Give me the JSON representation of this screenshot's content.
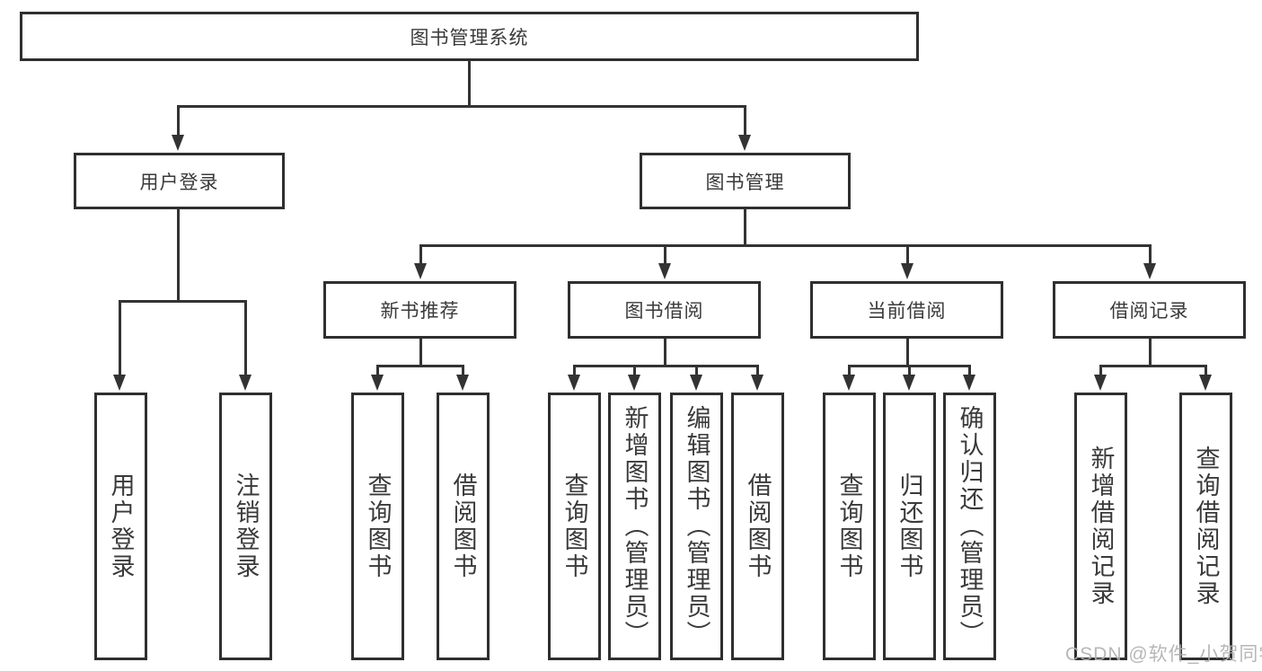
{
  "diagram": {
    "type": "hierarchy-diagram",
    "root": {
      "label": "图书管理系统"
    },
    "level2": [
      {
        "label": "用户登录"
      },
      {
        "label": "图书管理"
      }
    ],
    "level3": [
      {
        "label": "新书推荐",
        "parent": "图书管理"
      },
      {
        "label": "图书借阅",
        "parent": "图书管理"
      },
      {
        "label": "当前借阅",
        "parent": "图书管理"
      },
      {
        "label": "借阅记录",
        "parent": "图书管理"
      }
    ],
    "leaves": [
      {
        "label": "用户登录",
        "parent": "用户登录"
      },
      {
        "label": "注销登录",
        "parent": "用户登录"
      },
      {
        "label": "查询图书",
        "parent": "新书推荐"
      },
      {
        "label": "借阅图书",
        "parent": "新书推荐"
      },
      {
        "label": "查询图书",
        "parent": "图书借阅"
      },
      {
        "label": "新增图书（管理员）",
        "parent": "图书借阅"
      },
      {
        "label": "编辑图书（管理员）",
        "parent": "图书借阅"
      },
      {
        "label": "借阅图书",
        "parent": "图书借阅"
      },
      {
        "label": "查询图书",
        "parent": "当前借阅"
      },
      {
        "label": "归还图书",
        "parent": "当前借阅"
      },
      {
        "label": "确认归还（管理员）",
        "parent": "当前借阅"
      },
      {
        "label": "新增借阅记录",
        "parent": "借阅记录"
      },
      {
        "label": "查询借阅记录",
        "parent": "借阅记录"
      }
    ]
  },
  "watermark": {
    "text": "CSDN @软件_小贺同学"
  },
  "colors": {
    "box_border": "#2f2f2f",
    "connector_line": "#333333",
    "text": "#3a3a3a",
    "watermark_text": "#b0b0b0",
    "background": "#ffffff"
  }
}
